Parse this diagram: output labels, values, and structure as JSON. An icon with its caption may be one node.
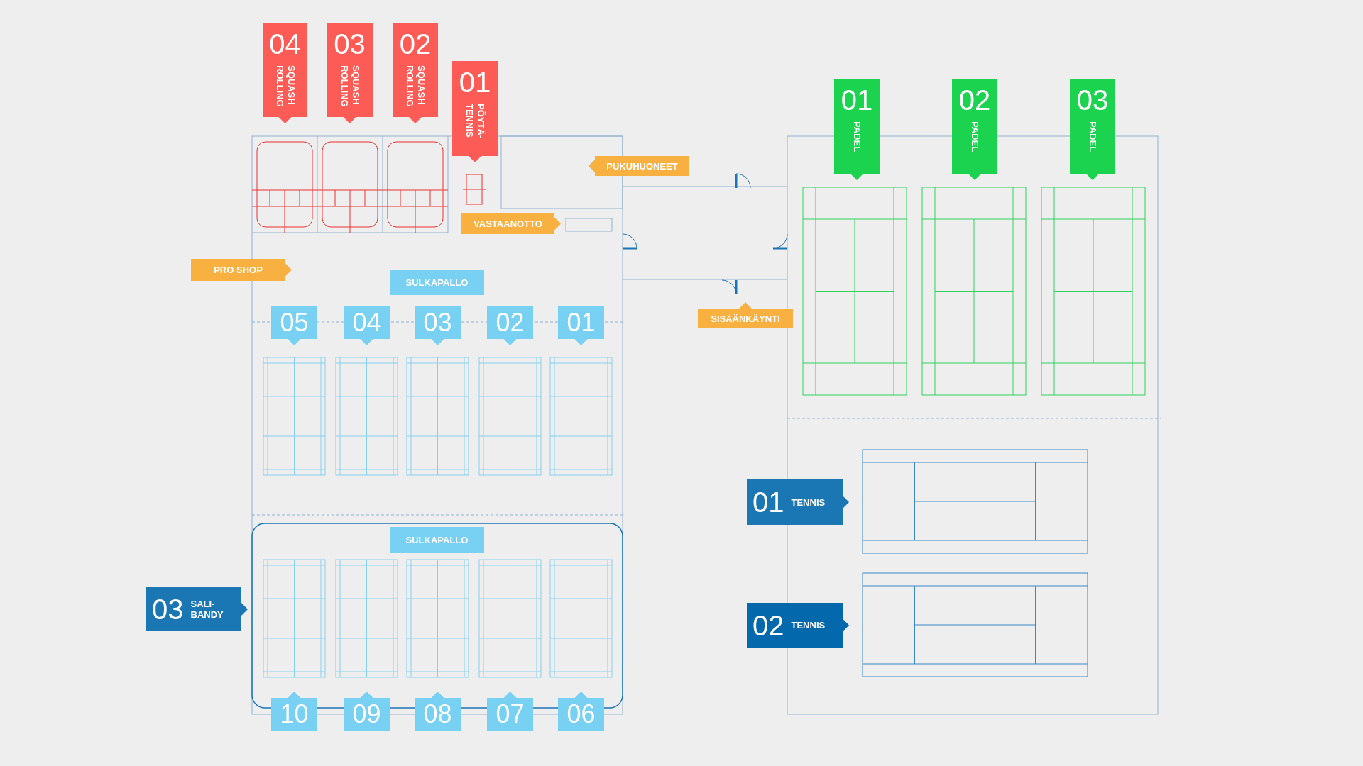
{
  "diagram": {
    "nodes": [
      {
        "text": [
          "04",
          "SQUASH ROLLING"
        ]
      },
      {
        "text": [
          "03",
          "SQUASH ROLLING"
        ]
      },
      {
        "text": [
          "02",
          "SQUASH ROLLING"
        ]
      },
      {
        "text": [
          "01",
          "PÖYTÄ-TENNIS"
        ]
      },
      {
        "text": [
          "01",
          "PADEL"
        ]
      },
      {
        "text": [
          "02",
          "PADEL"
        ]
      },
      {
        "text": [
          "03",
          "PADEL"
        ]
      },
      {
        "text": [
          "PUKUHUONEET"
        ]
      },
      {
        "text": [
          "VASTAANOTTO"
        ]
      },
      {
        "text": [
          "PRO SHOP"
        ]
      },
      {
        "text": [
          "SULKAPALLO"
        ]
      },
      {
        "text": [
          "05"
        ]
      },
      {
        "text": [
          "04"
        ]
      },
      {
        "text": [
          "03"
        ]
      },
      {
        "text": [
          "02"
        ]
      },
      {
        "text": [
          "01"
        ]
      },
      {
        "text": [
          "SISÄÄNKÄYNTI"
        ]
      },
      {
        "text": [
          "01",
          "TENNIS"
        ]
      },
      {
        "text": [
          "SULKAPALLO"
        ]
      },
      {
        "text": [
          "03",
          "SALI-BANDY"
        ]
      },
      {
        "text": [
          "02",
          "TENNIS"
        ]
      },
      {
        "text": [
          "10"
        ]
      },
      {
        "text": [
          "09"
        ]
      },
      {
        "text": [
          "08"
        ]
      },
      {
        "text": [
          "07"
        ]
      },
      {
        "text": [
          "06"
        ]
      }
    ]
  }
}
